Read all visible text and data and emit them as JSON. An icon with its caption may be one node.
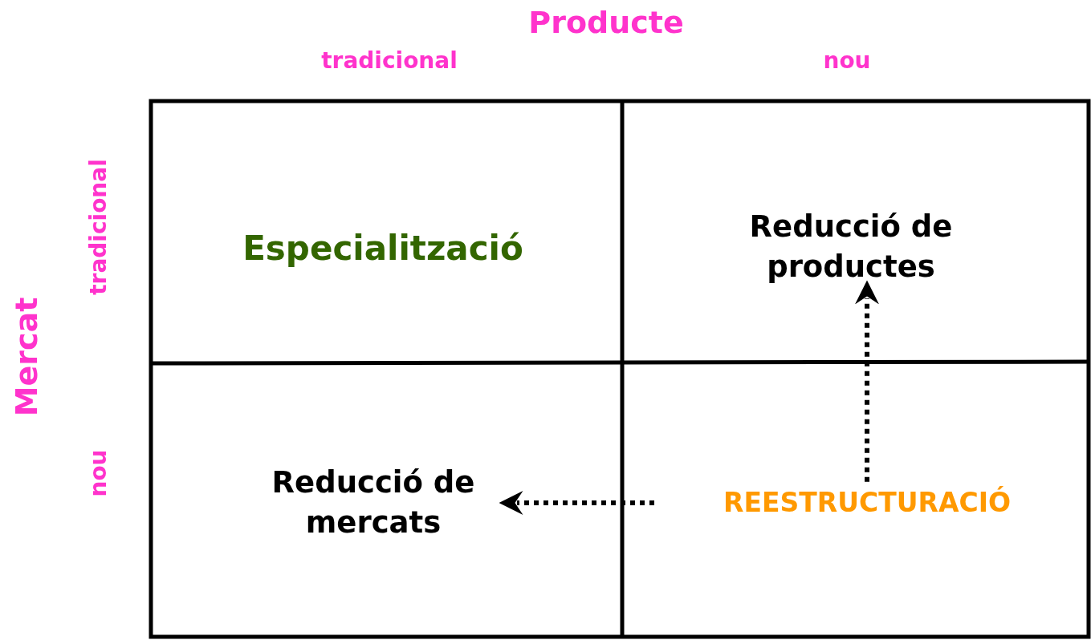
{
  "diagram": {
    "nodes": [
      {
        "text": [
          "Especialització"
        ]
      },
      {
        "text": [
          "Reducció de productes"
        ]
      },
      {
        "text": [
          "Reducció de mercats"
        ]
      },
      {
        "text": [
          "REESTRUCTURACIÓ"
        ]
      }
    ],
    "edges": [
      {
        "from": 3,
        "to": 1,
        "arrow": "to",
        "style": "dashed"
      },
      {
        "from": 3,
        "to": 2,
        "arrow": "to",
        "style": "dashed"
      }
    ],
    "labels": [
      "Producte",
      "tradicional",
      "nou",
      "Mercat",
      "tradicional",
      "nou"
    ]
  }
}
